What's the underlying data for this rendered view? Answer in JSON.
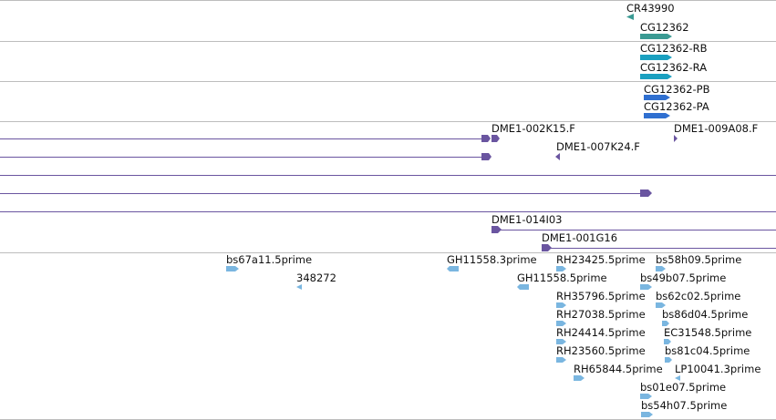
{
  "colors": {
    "cr_teal": "#3a9a93",
    "mrna_cyan": "#1aa0c0",
    "protein_blue": "#2f6fd0",
    "bac_purple": "#6a55a0",
    "est_lightblue": "#7ab6e0"
  },
  "tracks": {
    "noncoding": {
      "labels": [
        "CR43990",
        "CG12362"
      ]
    },
    "transcripts": {
      "labels": [
        "CG12362-RB",
        "CG12362-RA"
      ]
    },
    "proteins": {
      "labels": [
        "CG12362-PB",
        "CG12362-PA"
      ]
    },
    "bac_ends": {
      "labels": [
        "DME1-002K15.F",
        "DME1-009A08.F",
        "DME1-007K24.F",
        "DME1-014I03",
        "DME1-001G16"
      ]
    },
    "ests": {
      "labels": [
        "bs67a11.5prime",
        "348272",
        "GH11558.3prime",
        "GH11558.5prime",
        "RH23425.5prime",
        "bs58h09.5prime",
        "bs49b07.5prime",
        "RH35796.5prime",
        "bs62c02.5prime",
        "RH27038.5prime",
        "bs86d04.5prime",
        "RH24414.5prime",
        "EC31548.5prime",
        "RH23560.5prime",
        "bs81c04.5prime",
        "RH65844.5prime",
        "LP10041.3prime",
        "bs01e07.5prime",
        "bs54h07.5prime"
      ]
    }
  }
}
